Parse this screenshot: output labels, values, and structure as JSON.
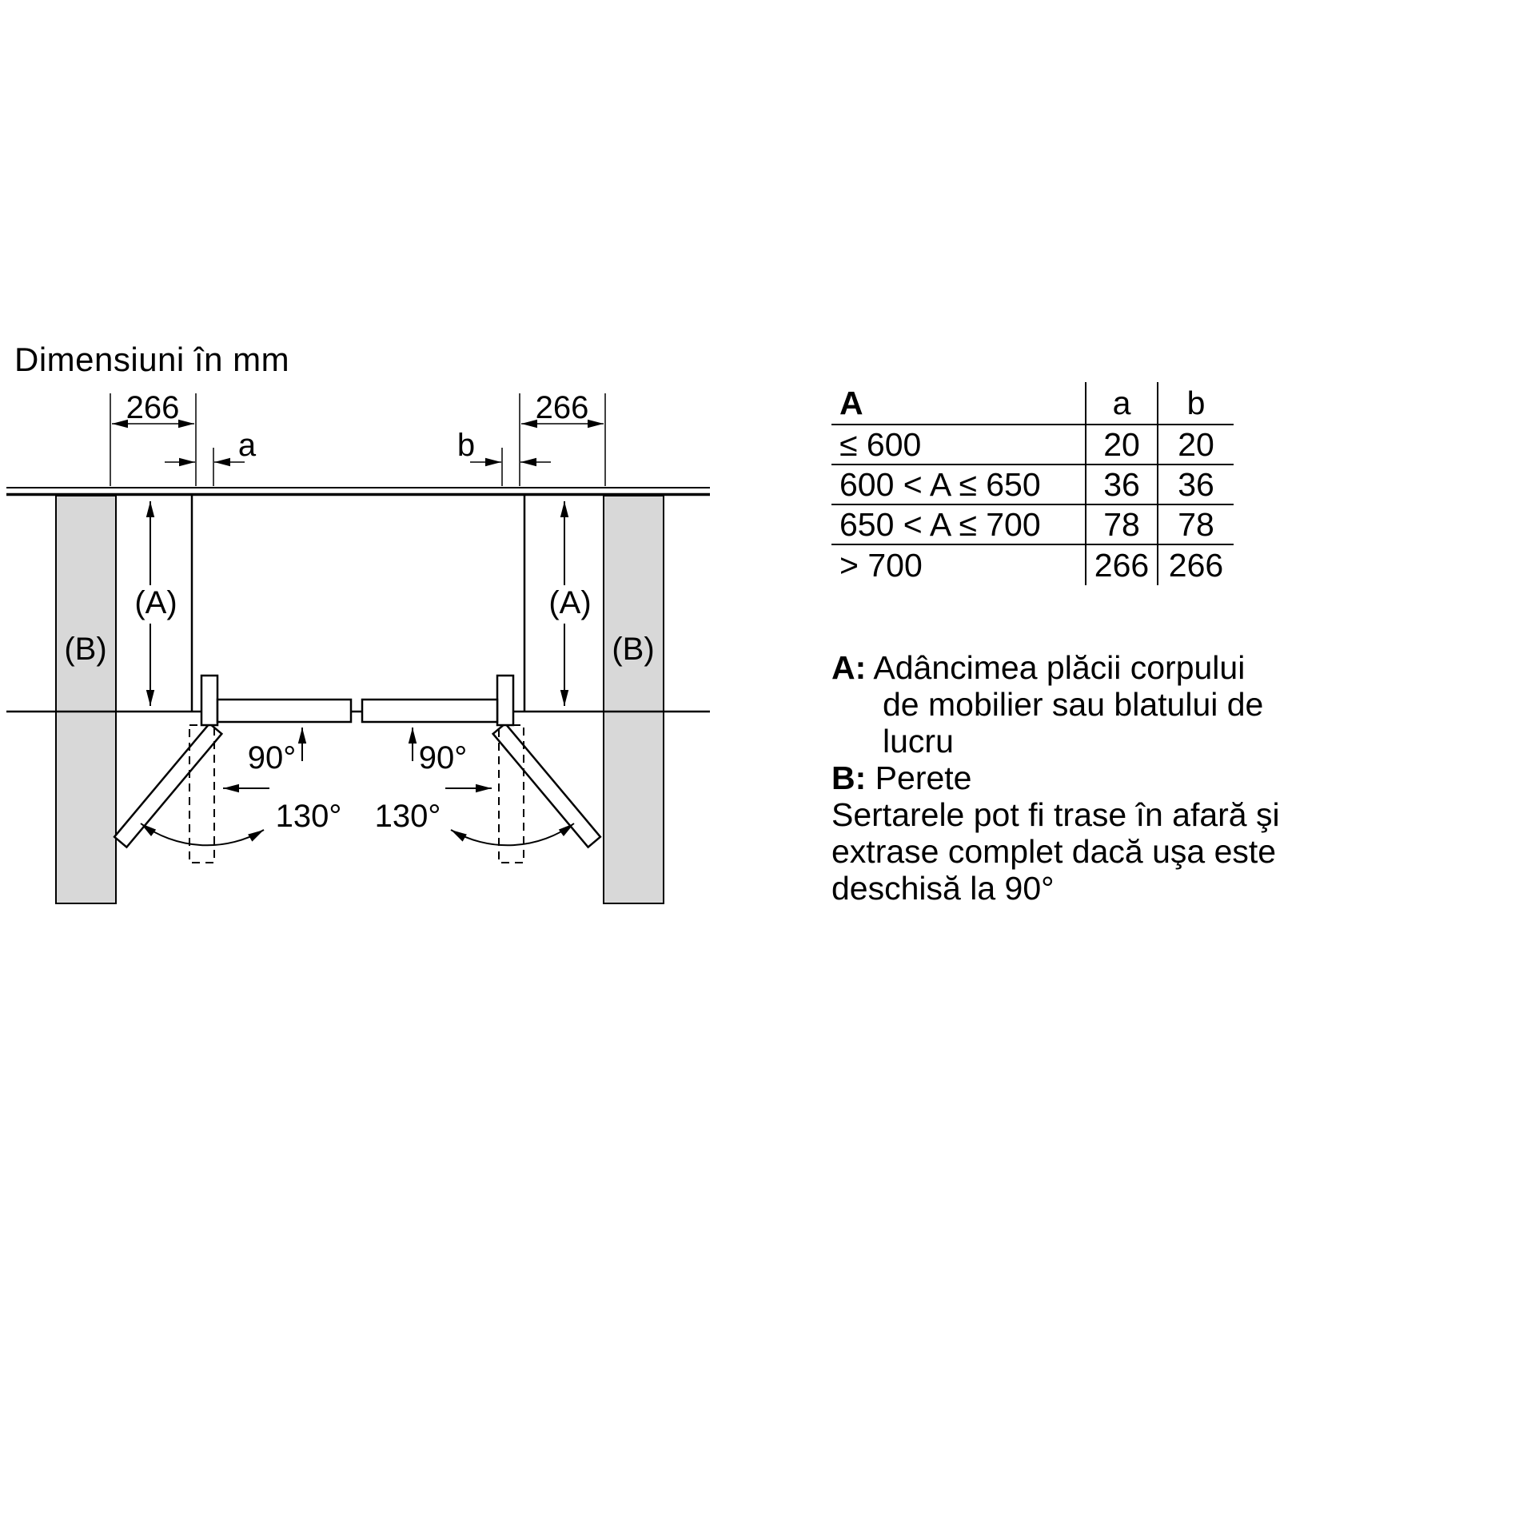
{
  "title": "Dimensiuni în mm",
  "diagram": {
    "dim_left": "266",
    "dim_right": "266",
    "gap_left_label": "a",
    "gap_right_label": "b",
    "depth_label": "(A)",
    "wall_label": "(B)",
    "angle_90": "90°",
    "angle_130": "130°",
    "wall_fill": "#d8d8d8",
    "line_color": "#000000"
  },
  "table": {
    "col_headers": [
      "A",
      "a",
      "b"
    ],
    "rows": [
      [
        "≤ 600",
        "20",
        "20"
      ],
      [
        "600 < A ≤ 650",
        "36",
        "36"
      ],
      [
        "650 < A ≤ 700",
        "78",
        "78"
      ],
      [
        "> 700",
        "266",
        "266"
      ]
    ]
  },
  "legend": {
    "items": [
      {
        "key": "A:",
        "text": "Adâncimea plăcii corpului de mobilier sau blatului de lucru"
      },
      {
        "key": "B:",
        "text": "Perete"
      }
    ],
    "note": "Sertarele pot fi trase în afară şi extrase complet dacă uşa este deschisă la 90°"
  }
}
